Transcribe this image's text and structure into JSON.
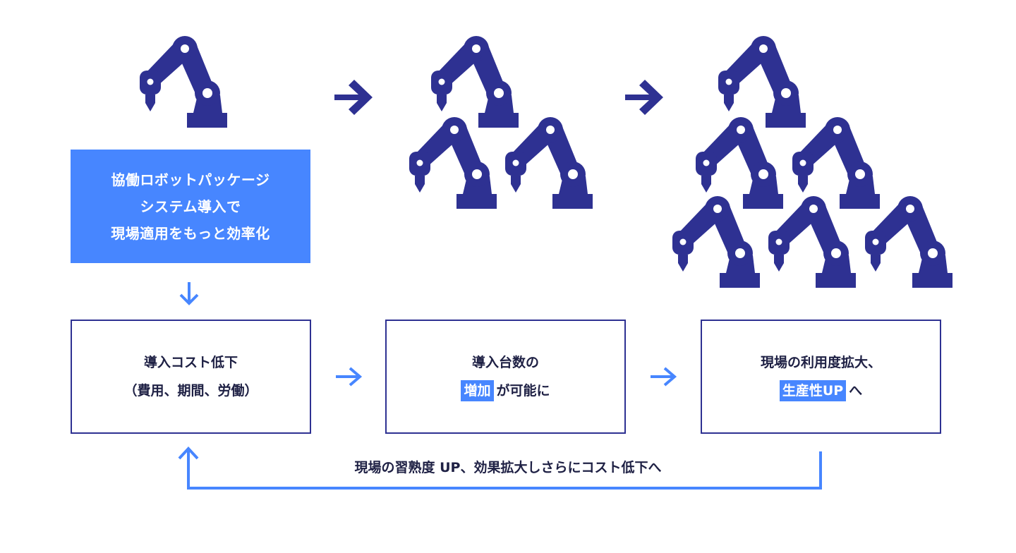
{
  "colors": {
    "robot": "#2e3192",
    "accent_blue": "#4786ff",
    "text_dark": "#1e2044",
    "box_border": "#2e3192"
  },
  "icons": {
    "robot": "robot-arm-icon",
    "arrow_right": "arrow-right-icon",
    "arrow_down": "arrow-down-icon",
    "arrow_up": "arrow-up-icon"
  },
  "hero": {
    "lines": [
      "協働ロボットパッケージ",
      "システム導入で",
      "現場適用をもっと効率化"
    ]
  },
  "steps": [
    {
      "line1": "導入コスト低下",
      "line2": "（費用、期間、労働）"
    },
    {
      "line1": "導入台数の",
      "highlight": "増加",
      "rest": "が可能に"
    },
    {
      "line1": "現場の利用度拡大、",
      "highlight": "生産性UP",
      "rest": "へ"
    }
  ],
  "loop": {
    "label": "現場の習熟度 UP、効果拡大しさらにコスト低下へ"
  }
}
